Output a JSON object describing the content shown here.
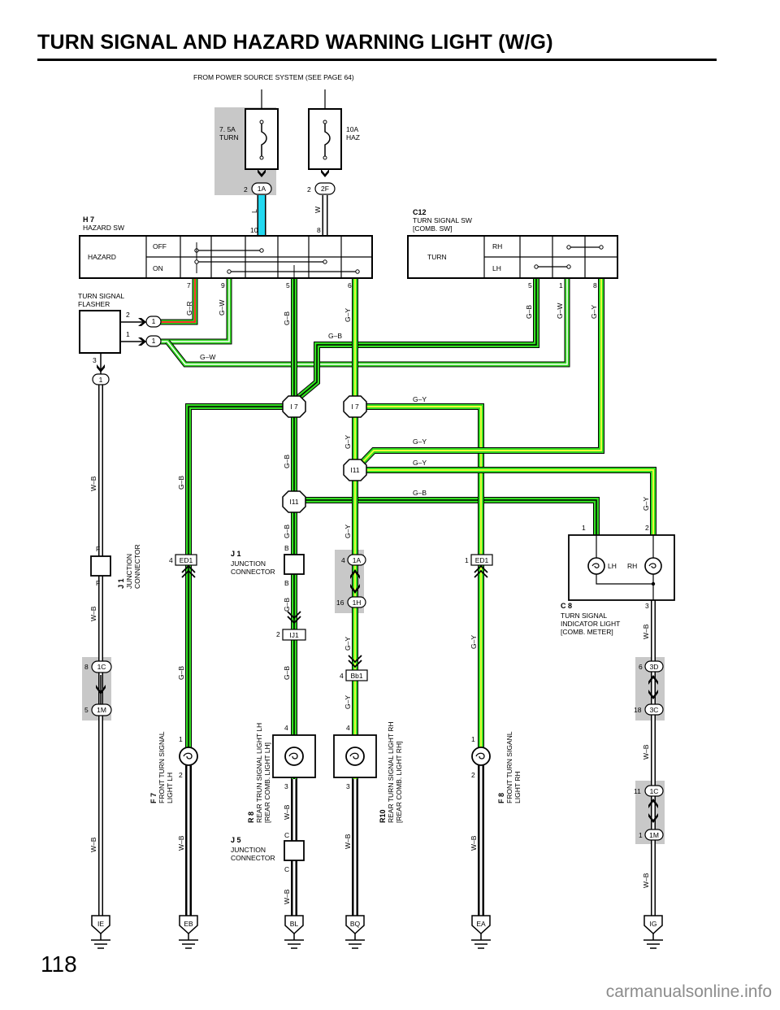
{
  "page": {
    "title": "TURN SIGNAL AND HAZARD WARNING LIGHT (W/G)",
    "page_number": "118",
    "watermark": "carmanualsonline.info"
  },
  "colors": {
    "wire_black": "#000000",
    "wire_green": "#33dd22",
    "wire_yellow": "#eaff3a",
    "wire_red": "#ff2a2a",
    "wire_blue": "#22d8f0",
    "shade": "#c8c8c8"
  },
  "power": {
    "source": "FROM POWER SOURCE SYSTEM (SEE PAGE 64)",
    "fuse_turn_amp": "7. 5A",
    "fuse_turn_name": "TURN",
    "fuse_haz_amp": "10A",
    "fuse_haz_name": "HAZ",
    "fuse_turn_pin": "2",
    "fuse_turn_conn": "1A",
    "fuse_haz_pin": "2",
    "fuse_haz_conn": "2F",
    "wire_l": "L",
    "wire_w": "W"
  },
  "hazard_sw": {
    "code": "H 7",
    "name": "HAZARD SW",
    "label": "HAZARD",
    "off": "OFF",
    "on": "ON",
    "pins": {
      "p10": "10",
      "p8": "8",
      "p7": "7",
      "p9": "9",
      "p5": "5",
      "p6": "6"
    }
  },
  "turn_sw": {
    "code": "C12",
    "name": "TURN SIGNAL SW",
    "sub": "[COMB.  SW]",
    "label": "TURN",
    "rh": "RH",
    "lh": "LH",
    "pins": {
      "p5": "5",
      "p1": "1",
      "p8": "8"
    }
  },
  "flasher": {
    "name1": "TURN SIGNAL",
    "name2": "FLASHER",
    "pin2": "2",
    "pin1": "1",
    "pin3": "3",
    "conn_a": "1",
    "conn_b": "1",
    "conn_c": "1"
  },
  "wires": {
    "gr": "G–R",
    "gw": "G–W",
    "gb": "G–B",
    "gy": "G–Y",
    "wb": "W–B"
  },
  "junctions": {
    "i7_left": "I 7",
    "i7_right": "I 7",
    "i11_right": "I11",
    "i11_left": "I11"
  },
  "j1_left": {
    "code": "J 1",
    "name1": "JUNCTION",
    "name2": "CONNECTOR",
    "pin_top": "F",
    "pin_bottom": "F"
  },
  "j1_mid": {
    "code": "J 1",
    "name1": "JUNCTION",
    "name2": "CONNECTOR",
    "pin_top": "B",
    "pin_bottom": "B"
  },
  "j5": {
    "code": "J 5",
    "name1": "JUNCTION",
    "name2": "CONNECTOR",
    "pin_top": "C",
    "pin_bottom": "C"
  },
  "connectors": {
    "c1c_pin": "8",
    "c1c": "1C",
    "c1m_pin": "5",
    "c1m": "1M",
    "ed1l_pin": "4",
    "ed1l": "ED1",
    "ij1_pin": "2",
    "ij1": "IJ1",
    "c1a_pin": "4",
    "c1a": "1A",
    "c1h_pin": "16",
    "c1h": "1H",
    "bb1_pin": "4",
    "bb1": "Bb1",
    "ed1r_pin": "1",
    "ed1r": "ED1",
    "c3d_pin": "6",
    "c3d": "3D",
    "c3c_pin": "18",
    "c3c": "3C",
    "c1c2_pin": "11",
    "c1c2": "1C",
    "c1m2_pin": "1",
    "c1m2": "1M"
  },
  "indicator": {
    "code": "C 8",
    "name1": "TURN SIGNAL",
    "name2": "INDICATOR LIGHT",
    "name3": "[COMB.  METER]",
    "lh": "LH",
    "rh": "RH",
    "pin1": "1",
    "pin2": "2",
    "pin3": "3"
  },
  "lamps": {
    "f7_code": "F 7",
    "f7_name1": "FRONT TURN SIGNAL",
    "f7_name2": "LIGHT LH",
    "f7_pin1": "1",
    "f7_pin2": "2",
    "r8_code": "R 8",
    "r8_name1": "REAR TRUN SIGNAL LIGHT LH",
    "r8_name2": "[REAR COMB.  LIGHT LH]",
    "r8_pin4": "4",
    "r8_pin3": "3",
    "r10_code": "R10",
    "r10_name1": "REAR TURN SIGNAL LIGHT RH",
    "r10_name2": "[REAR COMB.  LIGHT RH]",
    "r10_pin4": "4",
    "r10_pin3": "3",
    "f8_code": "F 8",
    "f8_name1": "FRONT TURN SIGANL",
    "f8_name2": "LIGHT RH",
    "f8_pin1": "1",
    "f8_pin2": "2"
  },
  "grounds": {
    "ie": "IE",
    "eb": "EB",
    "bl": "BL",
    "bq": "BQ",
    "ea": "EA",
    "ig": "IG"
  }
}
